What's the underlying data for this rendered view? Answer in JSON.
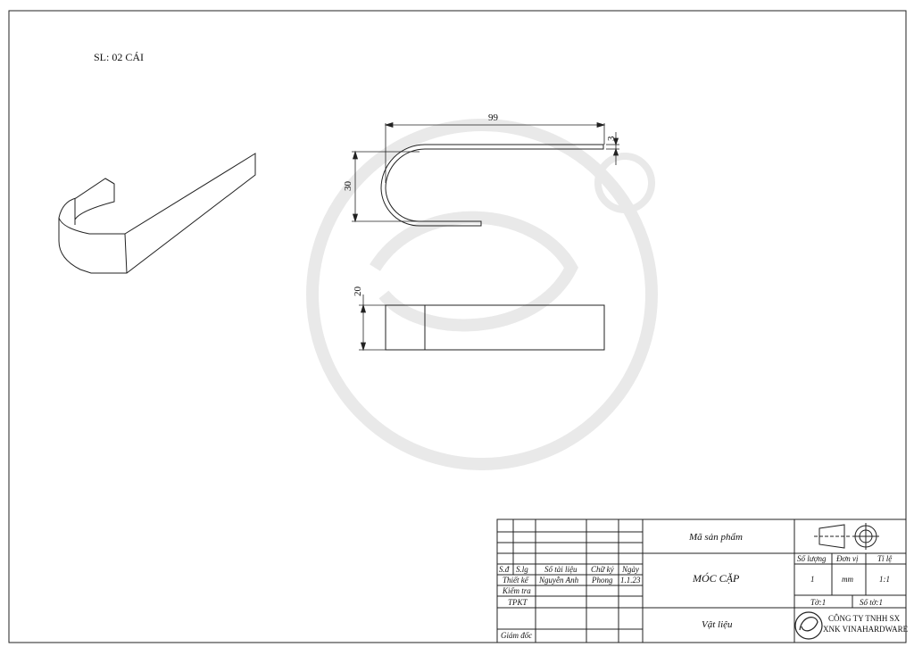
{
  "quantity_note": "SL: 02 CÁI",
  "dimensions": {
    "length": "99",
    "thickness": "3",
    "height": "30",
    "width": "20"
  },
  "title_block": {
    "col_headers": [
      "S.đ",
      "S.lg",
      "Số tài liệu",
      "Chữ ký",
      "Ngày"
    ],
    "rows": [
      {
        "role": "Thiết kế",
        "name": "Nguyễn Anh",
        "signature": "Phong",
        "date": "1.1.23"
      },
      {
        "role": "Kiểm tra",
        "name": "",
        "signature": "",
        "date": ""
      },
      {
        "role": "TPKT",
        "name": "",
        "signature": "",
        "date": ""
      },
      {
        "role": "Giám đốc",
        "name": "",
        "signature": "",
        "date": ""
      }
    ],
    "product_code_label": "Mã sản phẩm",
    "product_name": "MÓC CẶP",
    "material_label": "Vật liệu",
    "qty_label": "Số lượng",
    "unit_label": "Đơn vị",
    "scale_label": "Tỉ lệ",
    "qty_value": "1",
    "unit_value": "mm",
    "scale_value": "1:1",
    "sheet_label": "Tờ:1",
    "sheet_count_label": "Số tờ:1",
    "company_line1": "CÔNG TY TNHH SX",
    "company_line2": "XNK VINAHARDWARE"
  }
}
